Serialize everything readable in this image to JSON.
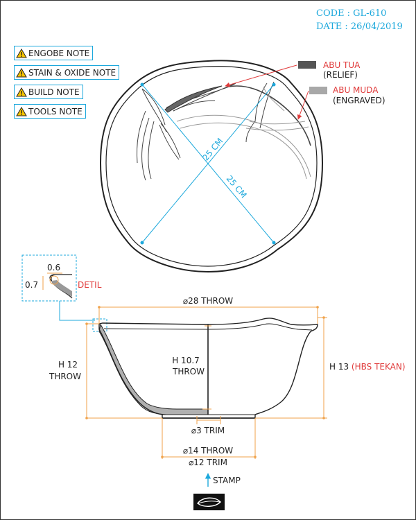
{
  "header": {
    "code": "CODE : GL-610",
    "date": "DATE : 26/04/2019"
  },
  "notes": [
    {
      "label": "ENGOBE NOTE"
    },
    {
      "label": "STAIN & OXIDE NOTE"
    },
    {
      "label": "BUILD NOTE"
    },
    {
      "label": "TOOLS NOTE"
    }
  ],
  "legend": {
    "dark_label": "ABU TUA",
    "dark_sub": "(RELIEF)",
    "light_label": "ABU MUDA",
    "light_sub": "(ENGRAVED)"
  },
  "top_view": {
    "dim_a": "25 CM",
    "dim_b": "25 CM"
  },
  "detail": {
    "width": "0.6",
    "height": "0.7",
    "label": "DETIL"
  },
  "section": {
    "diameter": "⌀28 THROW",
    "h_left_1": "H 12",
    "h_left_2": "THROW",
    "h_inner_1": "H 10.7",
    "h_inner_2": "THROW",
    "h_right_a": "H 13 ",
    "h_right_b": "(HBS TEKAN)",
    "trim": "⌀3 TRIM",
    "foot_throw": "⌀14 THROW",
    "foot_trim": "⌀12 TRIM"
  },
  "stamp": {
    "label": "STAMP"
  },
  "colors": {
    "accent": "#1ca8dc",
    "dimension": "#f0a24a",
    "red": "#e03a3a",
    "relief": "#555555",
    "engraved": "#a8a8a8"
  }
}
